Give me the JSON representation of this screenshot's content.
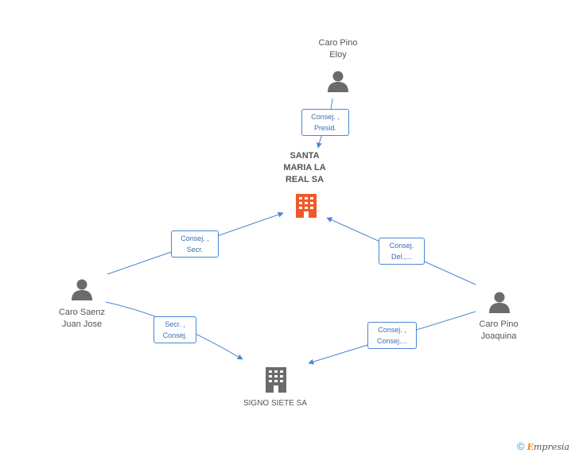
{
  "nodes": {
    "eloy": {
      "line1": "Caro Pino",
      "line2": "Eloy"
    },
    "santa": {
      "line1": "SANTA",
      "line2": "MARIA LA",
      "line3": "REAL SA"
    },
    "juan": {
      "line1": "Caro Saenz",
      "line2": "Juan Jose"
    },
    "joaquina": {
      "line1": "Caro Pino",
      "line2": "Joaquina"
    },
    "signo": {
      "line1": "SIGNO SIETE SA"
    }
  },
  "edges": {
    "eloy_santa": {
      "line1": "Consej. ,",
      "line2": "Presid."
    },
    "juan_santa": {
      "line1": "Consej. ,",
      "line2": "Secr."
    },
    "joaquina_santa": {
      "line1": "Consej.",
      "line2": "Del.,..."
    },
    "juan_signo": {
      "line1": "Secr. ,",
      "line2": "Consej."
    },
    "joaquina_signo": {
      "line1": "Consej. ,",
      "line2": "Consej...."
    }
  },
  "colors": {
    "edge": "#4a86d4",
    "main_company": "#f05a28",
    "company": "#6b6b6b",
    "person": "#6b6b6b"
  },
  "footer": {
    "copyright": "©",
    "brand_first": "E",
    "brand_rest": "mpresia"
  }
}
